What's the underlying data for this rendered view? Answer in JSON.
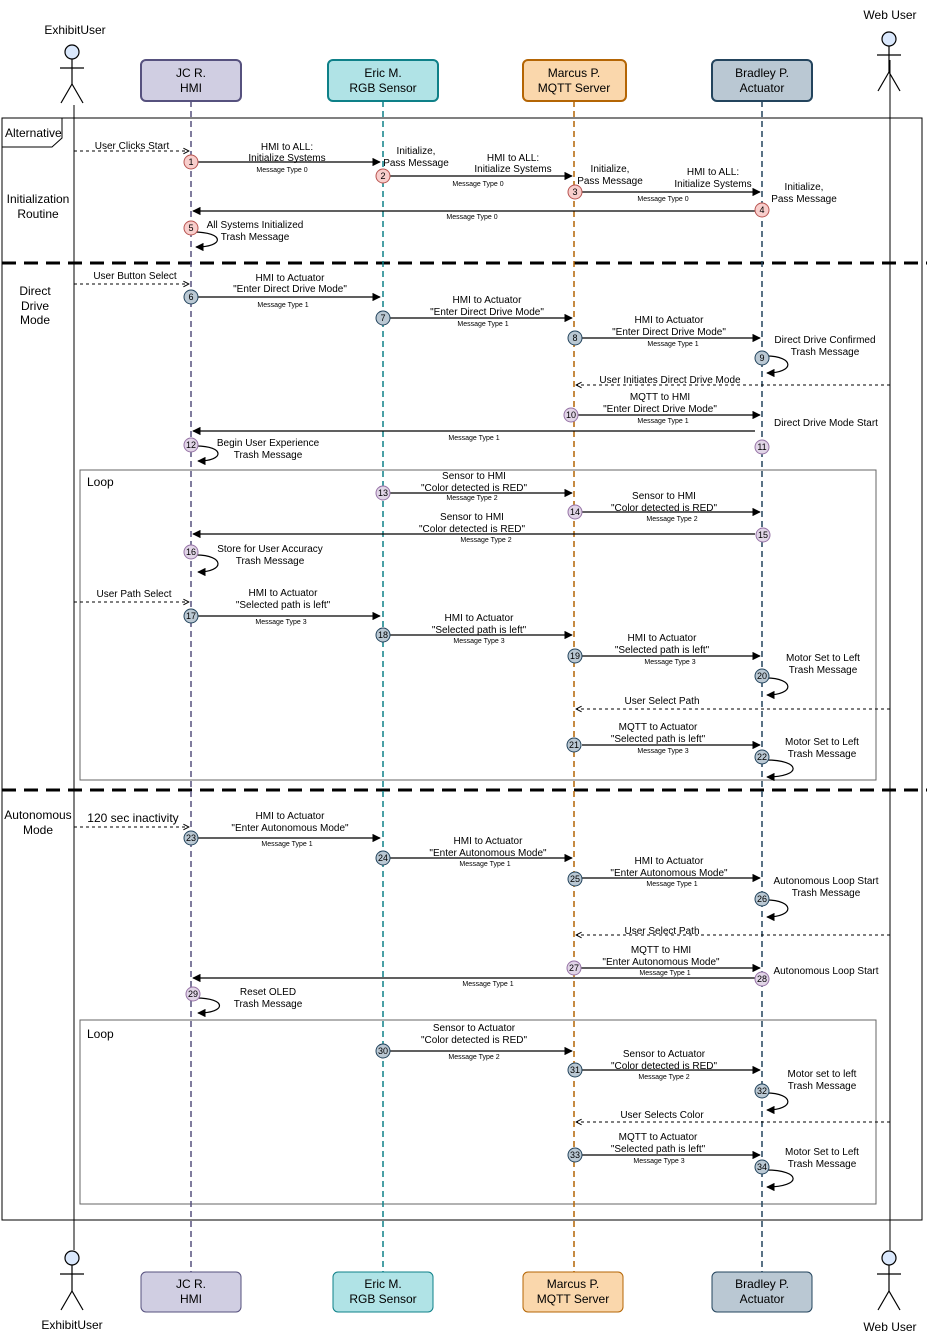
{
  "colors": {
    "hmi": {
      "fill": "#d0cee2",
      "stroke": "#56517e"
    },
    "rgb": {
      "fill": "#b0e3e6",
      "stroke": "#0e8088"
    },
    "mqtt": {
      "fill": "#fad7ac",
      "stroke": "#b46504"
    },
    "act": {
      "fill": "#bac8d3",
      "stroke": "#23445d"
    },
    "circle_init": "#f8cecc",
    "circle_direct": "#bac8d3",
    "circle_purple": "#e1d5e7"
  },
  "actors": {
    "exhibit_user": "ExhibitUser",
    "web_user": "Web User"
  },
  "lifelines": {
    "hmi": {
      "line1": "JC R.",
      "line2": "HMI"
    },
    "rgb": {
      "line1": "Eric M.",
      "line2": "RGB Sensor"
    },
    "mqtt": {
      "line1": "Marcus P.",
      "line2": "MQTT Server"
    },
    "act": {
      "line1": "Bradley P.",
      "line2": "Actuator"
    }
  },
  "frames": {
    "alternative": "Alternative",
    "loop1": "Loop",
    "loop2": "Loop"
  },
  "sections": {
    "init": [
      "Initialization",
      "Routine"
    ],
    "direct": [
      "Direct",
      "Drive",
      "Mode"
    ],
    "auto": [
      "Autonomous",
      "Mode"
    ]
  },
  "user_labels": {
    "start": "User Clicks Start",
    "button_select": "User Button Select",
    "path_select": "User Path Select",
    "inactivity": "120 sec inactivity"
  },
  "web_labels": {
    "direct": "User Initiates Direct Drive Mode",
    "path1": "User Select Path",
    "path2": "User Select Path",
    "color": "User Selects Color"
  },
  "steps": [
    "1",
    "2",
    "3",
    "4",
    "5",
    "6",
    "7",
    "8",
    "9",
    "10",
    "11",
    "12",
    "13",
    "14",
    "15",
    "16",
    "17",
    "18",
    "19",
    "20",
    "21",
    "22",
    "23",
    "24",
    "25",
    "26",
    "27",
    "28",
    "29",
    "30",
    "31",
    "32",
    "33",
    "34"
  ],
  "messages": {
    "m1": {
      "top": [
        "HMI to ALL:",
        "Initialize Systems"
      ],
      "type": "Message Type 0"
    },
    "m2": {
      "top": [
        "HMI to ALL:",
        "Initialize Systems"
      ],
      "type": "Message Type 0"
    },
    "m3": {
      "top": [
        "HMI to ALL:",
        "Initialize Systems"
      ],
      "type": "Message Type 0"
    },
    "m4": {
      "type": "Message Type 0"
    },
    "m6": {
      "top": [
        "HMI to Actuator",
        "\"Enter Direct Drive Mode\""
      ],
      "type": "Message Type 1"
    },
    "m7": {
      "top": [
        "HMI to Actuator",
        "\"Enter Direct Drive Mode\""
      ],
      "type": "Message Type 1"
    },
    "m8": {
      "top": [
        "HMI to Actuator",
        "\"Enter Direct Drive Mode\""
      ],
      "type": "Message Type 1"
    },
    "m10": {
      "top": [
        "MQTT to HMI",
        "\"Enter Direct Drive Mode\""
      ],
      "type": "Message Type 1"
    },
    "m11": {
      "type": "Message Type 1"
    },
    "m13": {
      "top": [
        "Sensor to HMI",
        "\"Color detected is RED\""
      ],
      "type": "Message Type 2"
    },
    "m14": {
      "top": [
        "Sensor to HMI",
        "\"Color detected is RED\""
      ],
      "type": "Message Type 2"
    },
    "m15": {
      "top": [
        "Sensor to HMI",
        "\"Color detected is RED\""
      ],
      "type": "Message Type 2"
    },
    "m17": {
      "top": [
        "HMI to Actuator",
        "\"Selected path is left\""
      ],
      "type": "Message Type 3"
    },
    "m18": {
      "top": [
        "HMI to Actuator",
        "\"Selected path is left\""
      ],
      "type": "Message Type 3"
    },
    "m19": {
      "top": [
        "HMI to Actuator",
        "\"Selected path is left\""
      ],
      "type": "Message Type 3"
    },
    "m21": {
      "top": [
        "MQTT to Actuator",
        "\"Selected path is left\""
      ],
      "type": "Message Type 3"
    },
    "m23": {
      "top": [
        "HMI to Actuator",
        "\"Enter Autonomous Mode\""
      ],
      "type": "Message Type 1"
    },
    "m24": {
      "top": [
        "HMI to Actuator",
        "\"Enter Autonomous Mode\""
      ],
      "type": "Message Type 1"
    },
    "m25": {
      "top": [
        "HMI to Actuator",
        "\"Enter Autonomous Mode\""
      ],
      "type": "Message Type 1"
    },
    "m27": {
      "top": [
        "MQTT to HMI",
        "\"Enter Autonomous Mode\""
      ],
      "type": "Message Type 1"
    },
    "m28": {
      "type": "Message Type 1"
    },
    "m30": {
      "top": [
        "Sensor to Actuator",
        "\"Color detected is RED\""
      ],
      "type": "Message Type 2"
    },
    "m31": {
      "top": [
        "Sensor to Actuator",
        "\"Color detected is RED\""
      ],
      "type": "Message Type 2"
    },
    "m33": {
      "top": [
        "MQTT to Actuator",
        "\"Selected path is left\""
      ],
      "type": "Message Type 3"
    }
  },
  "notes": {
    "n2": [
      "Initialize,",
      "Pass Message"
    ],
    "n3": [
      "Initialize,",
      "Pass Message"
    ],
    "n4": [
      "Initialize,",
      "Pass Message"
    ],
    "n5": [
      "All Systems Initialized",
      "Trash Message"
    ],
    "n9": [
      "Direct Drive Confirmed",
      "Trash Message"
    ],
    "n11": "Direct Drive Mode Start",
    "n12": [
      "Begin User Experience",
      "Trash Message"
    ],
    "n16": [
      "Store for User Accuracy",
      "Trash Message"
    ],
    "n20": [
      "Motor Set to Left",
      "Trash Message"
    ],
    "n22": [
      "Motor Set to Left",
      "Trash Message"
    ],
    "n26": [
      "Autonomous Loop Start",
      "Trash Message"
    ],
    "n28": "Autonomous Loop Start",
    "n29": [
      "Reset OLED",
      "Trash Message"
    ],
    "n32": [
      "Motor set to left",
      "Trash Message"
    ],
    "n34": [
      "Motor Set to Left",
      "Trash Message"
    ]
  }
}
